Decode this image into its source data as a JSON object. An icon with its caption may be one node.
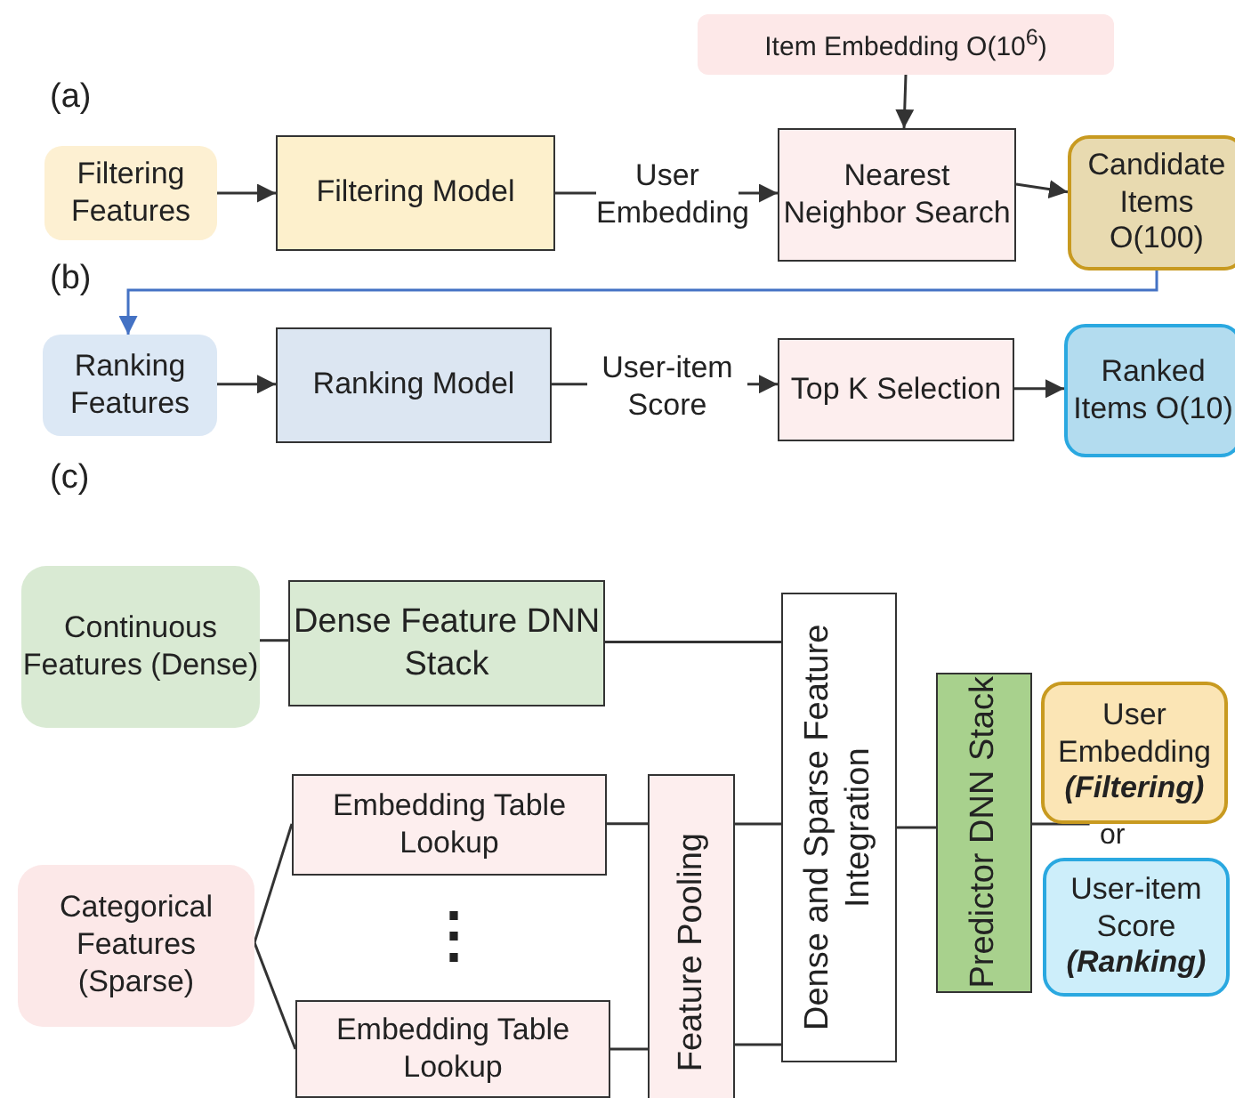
{
  "diagram": {
    "nodes": [
      {
        "text": [
          "Filtering Features"
        ]
      },
      {
        "text": [
          "Filtering Model"
        ]
      },
      {
        "text": [
          "Item Embedding O(10$^{6}$)"
        ]
      },
      {
        "text": [
          "Nearest Neighbor Search"
        ]
      },
      {
        "text": [
          "Candidate Items O(100)"
        ]
      },
      {
        "text": [
          "Ranking Features"
        ]
      },
      {
        "text": [
          "Ranking Model"
        ]
      },
      {
        "text": [
          "Top K Selection"
        ]
      },
      {
        "text": [
          "Ranked Items O(10)"
        ]
      },
      {
        "text": [
          "Continuous Features (Dense)"
        ]
      },
      {
        "text": [
          "Dense Feature DNN Stack"
        ]
      },
      {
        "text": [
          "Categorical Features (Sparse)"
        ]
      },
      {
        "text": [
          "Embedding Table Lookup"
        ]
      },
      {
        "text": [
          "Embedding Table Lookup"
        ]
      },
      {
        "text": [
          "Feature Pooling"
        ]
      },
      {
        "text": [
          "Dense and Sparse Feature Integration"
        ]
      },
      {
        "text": [
          "Predictor DNN Stack"
        ]
      },
      {
        "text": [
          "User Embedding",
          "(Filtering)"
        ]
      },
      {
        "text": [
          "User-item Score",
          "(Ranking)"
        ]
      }
    ],
    "edges": [
      {
        "from": 0,
        "to": 1,
        "arrow": "to"
      },
      {
        "from": 1,
        "to": 3,
        "arrow": "to",
        "label": "User Embedding"
      },
      {
        "from": 2,
        "to": 3,
        "arrow": "to"
      },
      {
        "from": 3,
        "to": 4,
        "arrow": "to"
      },
      {
        "from": 4,
        "to": 5,
        "arrow": "to",
        "color": "#4472c4"
      },
      {
        "from": 5,
        "to": 6,
        "arrow": "to"
      },
      {
        "from": 6,
        "to": 7,
        "arrow": "to",
        "label": "User-item Score"
      },
      {
        "from": 7,
        "to": 8,
        "arrow": "to"
      },
      {
        "from": 9,
        "to": 10,
        "arrow": "none"
      },
      {
        "from": 10,
        "to": 15,
        "arrow": "none"
      },
      {
        "from": 11,
        "to": 12,
        "arrow": "none"
      },
      {
        "from": 11,
        "to": 13,
        "arrow": "none"
      },
      {
        "from": 12,
        "to": 14,
        "arrow": "none"
      },
      {
        "from": 13,
        "to": 14,
        "arrow": "none"
      },
      {
        "from": 14,
        "to": 15,
        "arrow": "none"
      },
      {
        "from": 14,
        "to": 15,
        "arrow": "none"
      },
      {
        "from": 15,
        "to": 16,
        "arrow": "none"
      },
      {
        "from": 16,
        "to": 17,
        "arrow": "none"
      }
    ],
    "labels": [
      "(a)",
      "(b)",
      "(c)",
      "⋮",
      "or"
    ]
  }
}
